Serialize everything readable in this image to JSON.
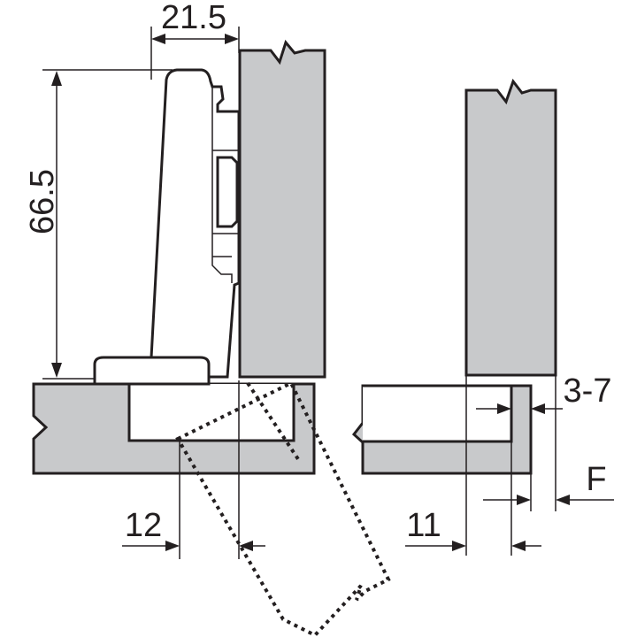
{
  "dimensions": {
    "cup_offset": "21.5",
    "hinge_height": "66.5",
    "cup_edge_distance": "12",
    "mount_offset": "11",
    "door_gap": "3-7",
    "overlay": "F"
  },
  "colors": {
    "panel_fill": "#c8c9cb",
    "stroke": "#231f20",
    "background": "#ffffff"
  }
}
